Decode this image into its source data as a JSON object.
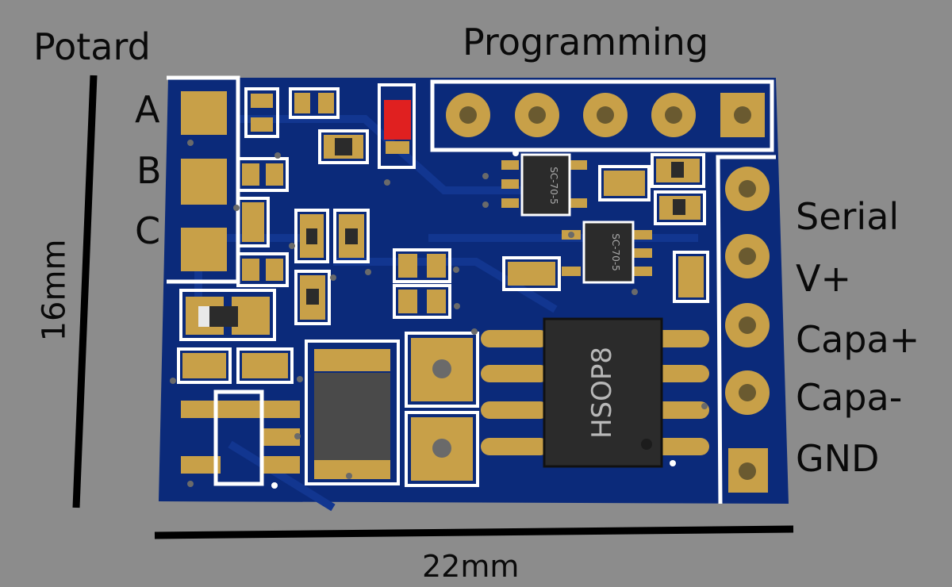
{
  "labels": {
    "potard": "Potard",
    "programming": "Programming",
    "pot_a": "A",
    "pot_b": "B",
    "pot_c": "C",
    "serial": "Serial",
    "v_plus": "V+",
    "capa_plus": "Capa+",
    "capa_minus": "Capa-",
    "gnd": "GND",
    "height": "16mm",
    "width": "22mm"
  },
  "silkscreen": {
    "sc70_a": "SC-70-5",
    "sc70_b": "SC-70-5",
    "hsop8": "HSOP8"
  },
  "colors": {
    "background": "#8c8c8c",
    "board": "#0b2a7a",
    "pad_gold": "#c8a048",
    "silk": "#ffffff",
    "chip": "#2b2b2b",
    "led": "#e02020"
  }
}
